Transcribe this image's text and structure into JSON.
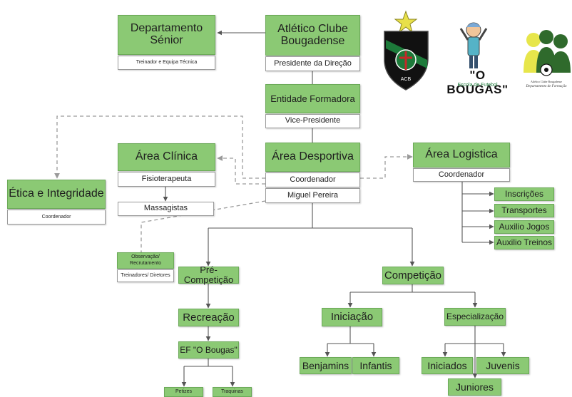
{
  "nodes": {
    "atletico": "Atlético Clube Bougadense",
    "presidente": "Presidente da Direção",
    "dep_senior": "Departamento Sénior",
    "treinador": "Treinador e Equipa Técnica",
    "entidade": "Entidade Formadora",
    "vice": "Vice-Presidente",
    "desportiva": "Área Desportiva",
    "coord_desp": "Coordenador",
    "miguel": "Miguel Pereira",
    "clinica": "Área Clínica",
    "fisio": "Fisioterapeuta",
    "massag": "Massagistas",
    "etica": "Ética e Integridade",
    "coord_etica": "Coordenador",
    "logistica": "Área Logistica",
    "coord_log": "Coordenador",
    "inscricoes": "Inscrições",
    "transportes": "Transportes",
    "auxilio_jogos": "Auxilio Jogos",
    "auxilio_treinos": "Auxilio Treinos",
    "observacao": "Observação/ Recrutamento",
    "treinadores": "Treinadores/ Diretores",
    "precomp": "Pré-Competição",
    "recreacao": "Recreação",
    "ef": "EF \"O Bougas\"",
    "petizes": "Petizes",
    "traquinas": "Traquinas",
    "competicao": "Competição",
    "iniciacao": "Iniciação",
    "especializacao": "Especialização",
    "benjamins": "Benjamins",
    "infantis": "Infantis",
    "iniciados": "Iniciados",
    "juvenis": "Juvenis",
    "juniores": "Juniores"
  },
  "logos": {
    "crest_letters": "ACB",
    "bougas_title": "\"O BOUGAS\"",
    "bougas_sub": "Escola de Futebol",
    "dept_line1": "Atlético Clube Bougadense",
    "dept_line2": "Departamento de Formação"
  },
  "colors": {
    "box_green": "#8bc974",
    "crest_green": "#1d7a3a",
    "crest_black": "#111111",
    "star_yellow": "#e8e04a",
    "logo_yellow": "#e7e64b"
  }
}
